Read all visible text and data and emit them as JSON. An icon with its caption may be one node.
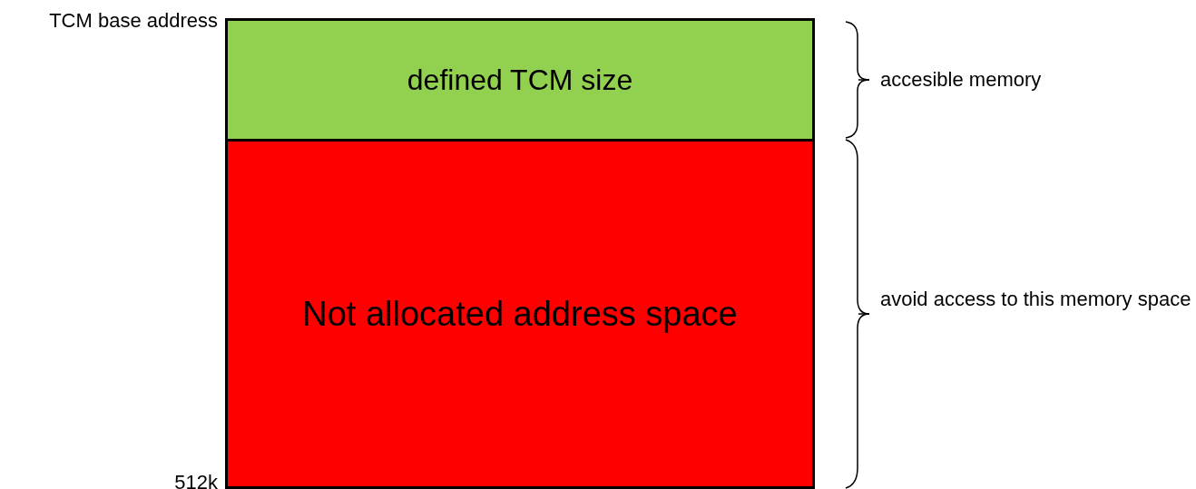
{
  "diagram": {
    "nodes": [
      {
        "text": [
          "defined TCM size"
        ]
      },
      {
        "text": [
          "Not allocated address space"
        ]
      }
    ],
    "labels": [
      "TCM base address",
      "accesible memory",
      "avoid access to this memory space",
      "512k"
    ]
  }
}
